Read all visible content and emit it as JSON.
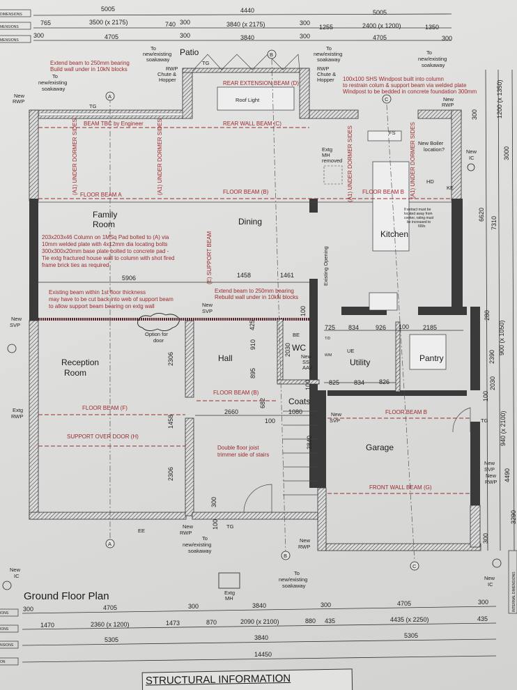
{
  "dimension_tags": {
    "top1": "DIMENSIONS",
    "top2": "MENSIONS",
    "top3": "MENSIONS",
    "bot1": "IONS",
    "bot2": "IONS",
    "bot3": "NSIONS",
    "bot4": "ON",
    "side": "INTERNAL DIMENSIONS"
  },
  "top_dims": {
    "row1": [
      "5005",
      "4440",
      "5005"
    ],
    "row2": [
      "765",
      "3500 (x 2175)",
      "740",
      "300",
      "3840 (x 2175)",
      "300",
      "1255",
      "2400 (x 1200)",
      "1350"
    ],
    "row3": [
      "300",
      "4705",
      "300",
      "3840",
      "300",
      "4705",
      "300"
    ]
  },
  "bottom_dims": {
    "row1": [
      "300",
      "4705",
      "300",
      "3840",
      "300",
      "4705",
      "300"
    ],
    "row2": [
      "1470",
      "2360 (x 1200)",
      "1473",
      "870",
      "2090 (x 2100)",
      "880",
      "435",
      "4435 (x 2250)",
      "435"
    ],
    "row3": [
      "5305",
      "3840",
      "5305"
    ],
    "row4": [
      "14450"
    ]
  },
  "side_dims": [
    "300",
    "1200 (x 1350)",
    "3000",
    "7310",
    "6620",
    "280",
    "900 (x 1050)",
    "2390",
    "2030",
    "100",
    "940 (x 2100)",
    "4490",
    "300",
    "3290"
  ],
  "rooms": {
    "family": "Family",
    "family2": "Room",
    "dining": "Dining",
    "kitchen": "Kitchen",
    "reception": "Reception",
    "reception2": "Room",
    "hall": "Hall",
    "wc": "WC",
    "utility": "Utility",
    "pantry": "Pantry",
    "coats": "Coats",
    "garage": "Garage",
    "patio": "Patio"
  },
  "beams": {
    "rear_ext": "REAR EXTENSION BEAM (D)",
    "rear_wall": "REAR WALL BEAM (C)",
    "beam_tbc": "BEAM TBC by Engineer",
    "floor_a": "FLOOR BEAM A",
    "floor_b": "FLOOR BEAM (B)",
    "floor_b2": "FLOOR BEAM B",
    "floor_b3": "FLOOR BEAM (B)",
    "floor_b4": "FLOOR BEAM B",
    "floor_f": "FLOOR BEAM (F)",
    "support_door": "SUPPORT OVER DOOR (H)",
    "front_wall": "FRONT WALL BEAM (G)",
    "support_beam": "(E) SUPPORT BEAM",
    "dormer": "(A1) UNDER DORMER SIDES"
  },
  "notes": {
    "extend1": [
      "Extend beam to 250mm bearing",
      "Build wall under in 10kN blocks"
    ],
    "windpost": [
      "100x100 SHS Windpost built into column",
      "to restrain colum & support beam via welded plate",
      "Windpost to be bedded in concrete foundation 300mm"
    ],
    "column": [
      "203x203x46 Column on 1MSq Pad bolted to (A) via",
      "10mm welded plate with 4x12mm dia locating bolts",
      "300x300x20mm base plate bolted to concrete pad -",
      "Tie extg fractured house wall to column with shot fired",
      "frame brick ties as required"
    ],
    "existing_beam": [
      "Existing beam within 1st floor thickness",
      "may have to be cut back into web of support beam",
      "to allow support beam bearing on extg wall"
    ],
    "extend2": [
      "Extend beam to 250mm bearing",
      "Rebuild wall under in 10kN blocks"
    ],
    "joist": [
      "Double floor joist",
      "trimmer side of stairs"
    ],
    "extract": [
      "If extract must be",
      "located away from",
      "cooker, rating must",
      "be increased to",
      "60l/s"
    ]
  },
  "labels": {
    "soakaway": [
      "To",
      "new/existing",
      "soakaway"
    ],
    "rwp_chute": [
      "RWP",
      "Chute &",
      "Hopper"
    ],
    "new_rwp": [
      "New",
      "RWP"
    ],
    "new_svp": [
      "New",
      "SVP"
    ],
    "new_ic": [
      "New",
      "IC"
    ],
    "extg_mh": [
      "Extg",
      "MH"
    ],
    "extg_mh_removed": [
      "Extg",
      "MH",
      "removed"
    ],
    "boiler": [
      "New Boiler",
      "location?"
    ],
    "option_door": [
      "Option for",
      "door"
    ],
    "extg_rwp": [
      "Extg",
      "RWP"
    ],
    "new_svp_rwp": [
      "New",
      "SVP",
      "New",
      "RWP"
    ],
    "wc_fit": [
      "New",
      "SS",
      "AAV"
    ],
    "tg": "TG",
    "ee": "EE",
    "roof_light": "Roof Light",
    "existing_opening": "Existing Opening",
    "fs": "FS",
    "be": "BE",
    "ue": "UE",
    "hd": "HD",
    "ke": "KE",
    "td": "T/D",
    "wm": "W/M"
  },
  "inner_dims": [
    "5906",
    "1458",
    "1461",
    "100",
    "425",
    "910",
    "895",
    "682",
    "2030",
    "2306",
    "1458",
    "2306",
    "300",
    "100",
    "2660",
    "100",
    "1080",
    "100",
    "3840",
    "725",
    "834",
    "926",
    "100",
    "2185",
    "825",
    "834",
    "826"
  ],
  "grid_markers": [
    "A",
    "B",
    "C"
  ],
  "title": "Ground Floor Plan",
  "structural_heading": "STRUCTURAL INFORMATION",
  "colors": {
    "annotation_red": "#9b2a2e",
    "wall": "#3a3a3a",
    "paper": "#e0e0de"
  }
}
